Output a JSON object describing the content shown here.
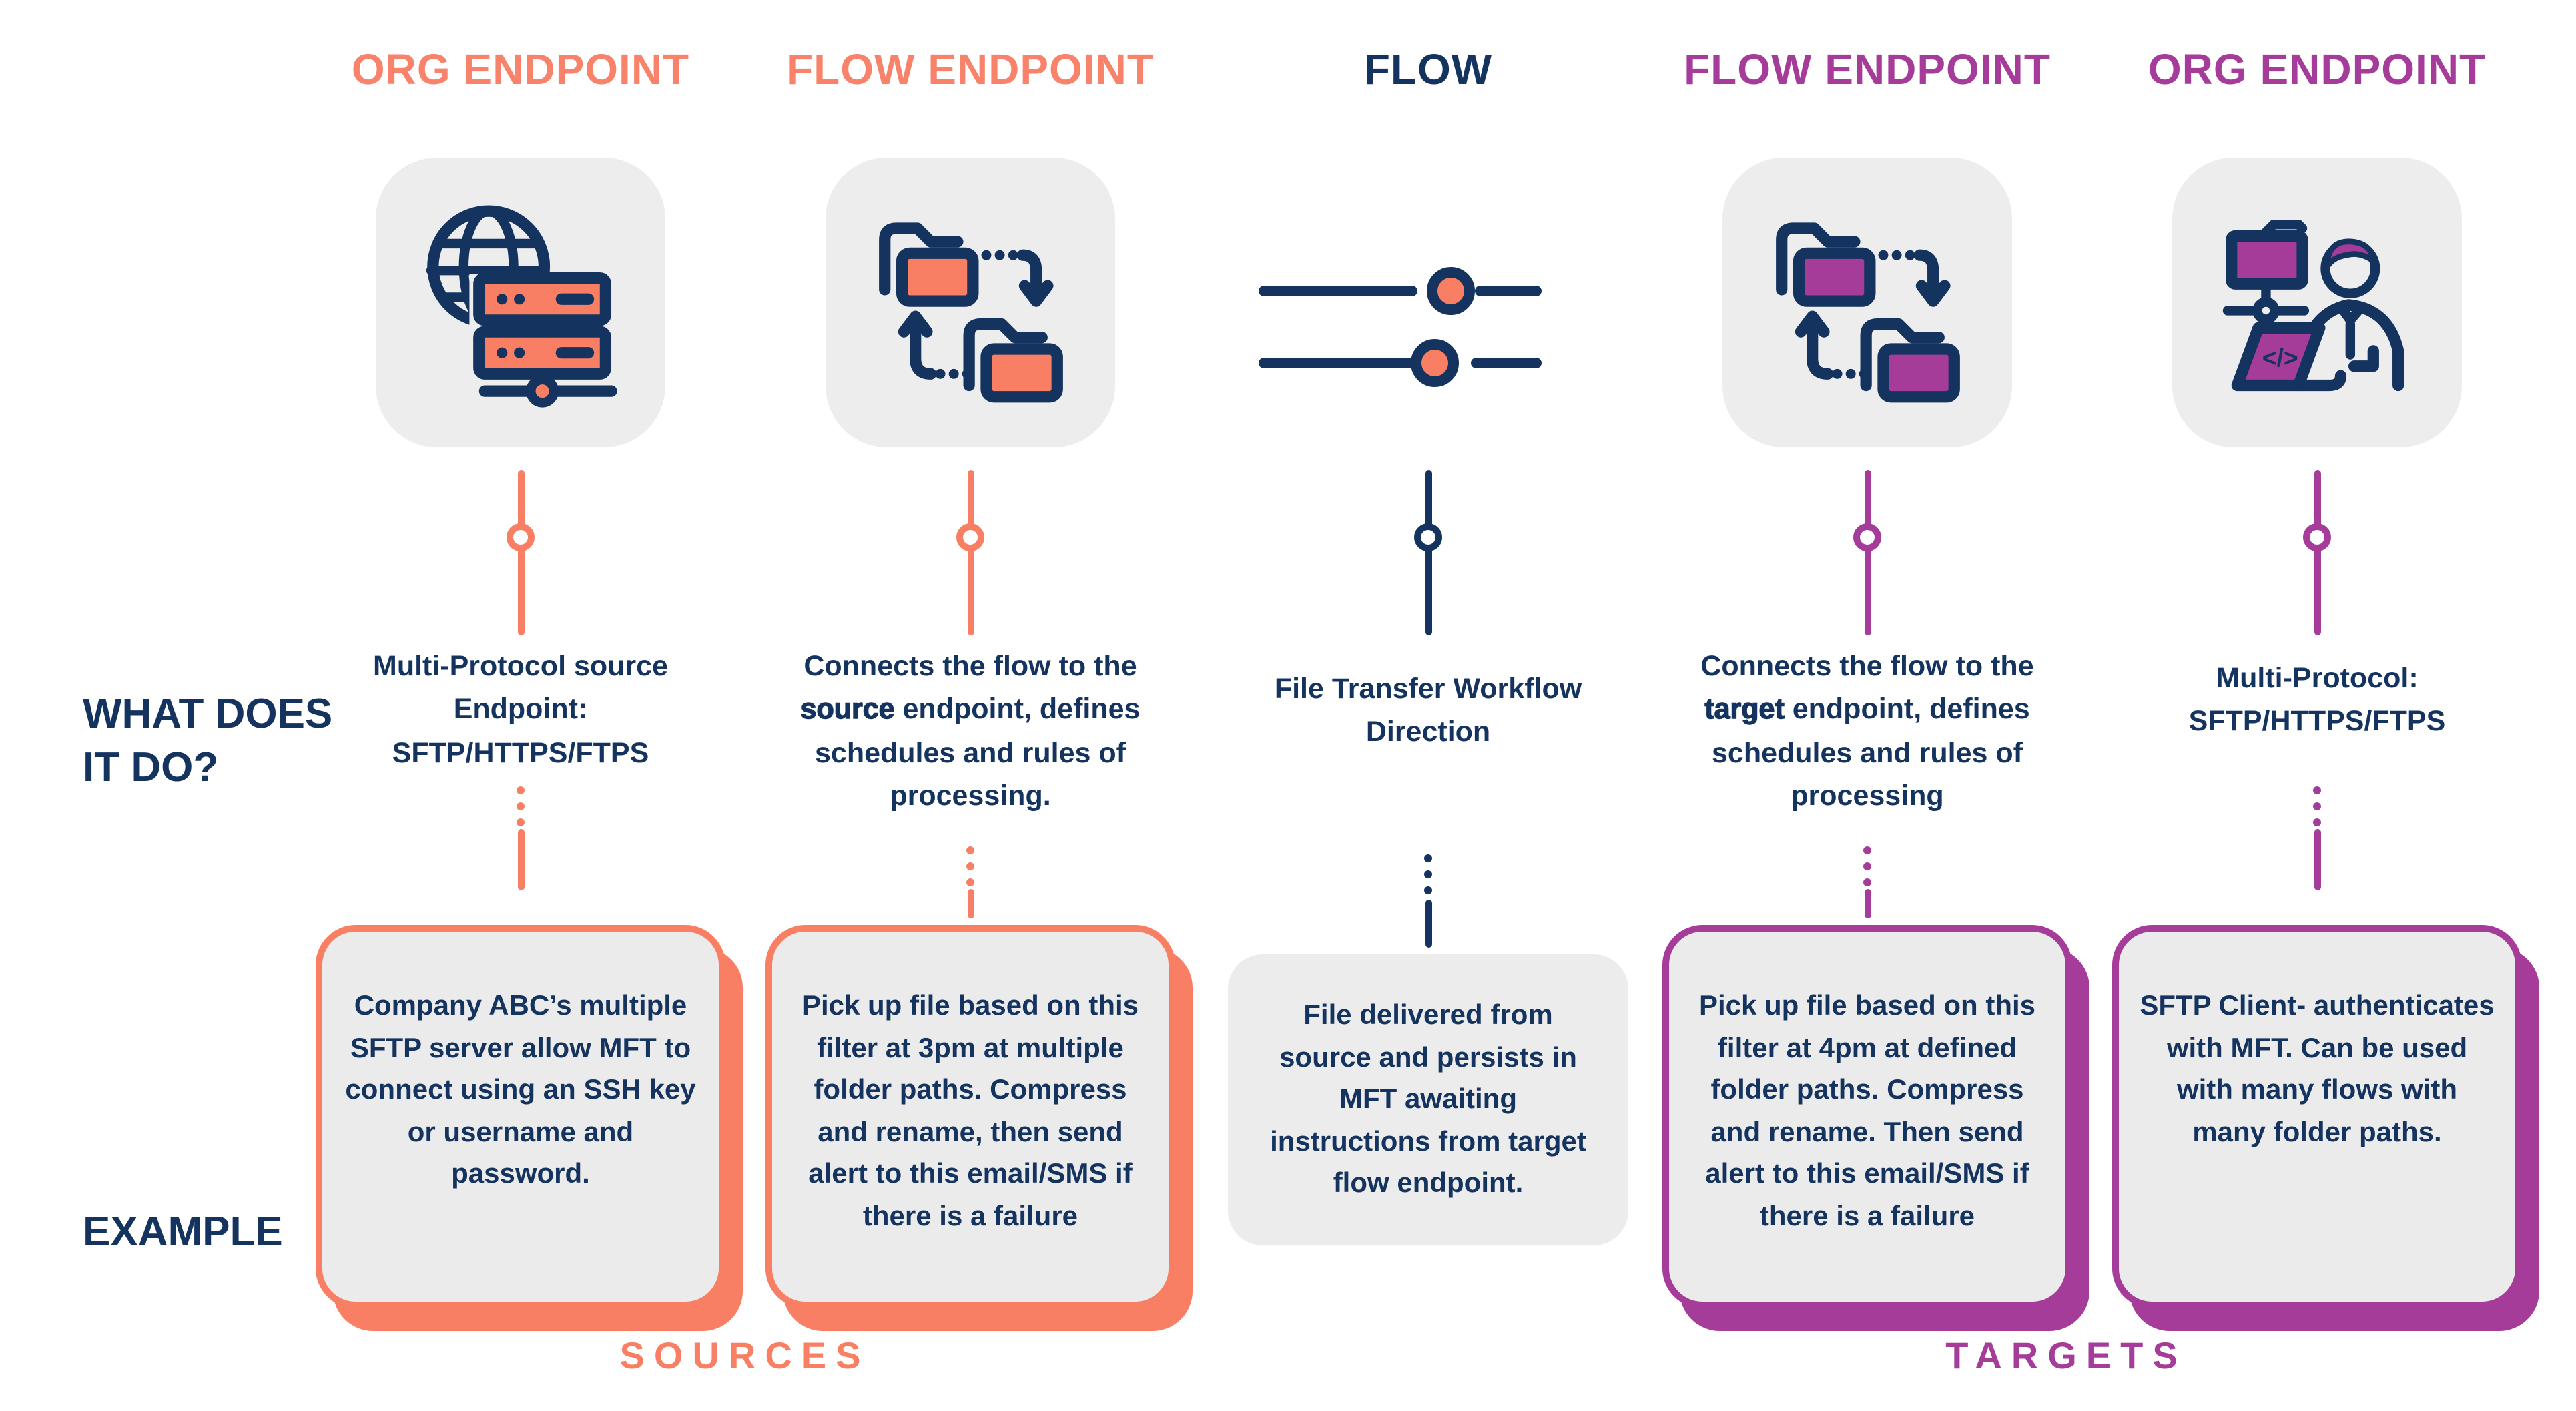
{
  "colors": {
    "coral": "#F87F63",
    "navy": "#14335E",
    "purple": "#A53C99",
    "card_bg": "#EDEDED",
    "box_bg": "#EBEBEB"
  },
  "row_labels": {
    "what_line1": "WHAT DOES",
    "what_line2": "IT DO?",
    "example": "EXAMPLE"
  },
  "group_labels": {
    "sources": "SOURCES",
    "targets": "TARGETS"
  },
  "columns": [
    {
      "header": "ORG ENDPOINT",
      "icon": "globe-servers-icon",
      "desc_lines": [
        "Multi-Protocol source",
        "Endpoint:",
        "SFTP/HTTPS/FTPS"
      ],
      "example": "Company ABC’s multiple SFTP server allow MFT to connect using an SSH key or username and password."
    },
    {
      "header": "FLOW ENDPOINT",
      "icon": "folder-sync-icon",
      "desc_pre": "Connects the flow to the ",
      "desc_bold": "source",
      "desc_post": " endpoint, defines schedules and rules of processing.",
      "example": "Pick up file based on this filter at 3pm at multiple folder paths. Compress and rename, then send alert to this email/SMS if there is a failure"
    },
    {
      "header": "FLOW",
      "icon": "sliders-icon",
      "desc_lines": [
        "File Transfer Workflow",
        "Direction"
      ],
      "example": "File delivered from source and persists in MFT awaiting instructions from target flow endpoint."
    },
    {
      "header": "FLOW ENDPOINT",
      "icon": "folder-sync-icon",
      "desc_pre": "Connects the flow to the ",
      "desc_bold": "target",
      "desc_post": " endpoint, defines schedules and rules of processing",
      "example": "Pick up file based on this filter at 4pm at defined folder paths. Compress and rename. Then send alert to this email/SMS if there is a failure"
    },
    {
      "header": "ORG ENDPOINT",
      "icon": "developer-workstation-icon",
      "desc_lines": [
        "Multi-Protocol:",
        "SFTP/HTTPS/FTPS"
      ],
      "example": "SFTP Client- authenticates with MFT. Can be used with many flows with many folder paths."
    }
  ]
}
